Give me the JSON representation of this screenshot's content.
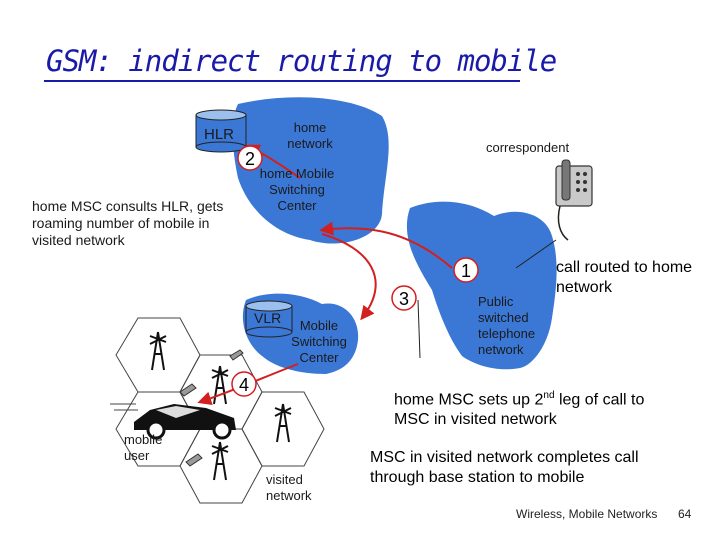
{
  "title": "GSM: indirect routing to mobile",
  "labels": {
    "hlr": "HLR",
    "home_network": "home network",
    "home_msc": "home Mobile Switching Center",
    "correspondent": "correspondent",
    "home_msc_consults": "home MSC consults HLR, gets roaming number of mobile in visited network",
    "vlr": "VLR",
    "visited_msc": "Mobile Switching Center",
    "pstn": "Public switched telephone network",
    "mobile_user": "mobile user",
    "visited_network": "visited network",
    "call_routed": "call routed to home network",
    "second_leg_a": "home MSC sets up 2",
    "second_leg_sup": "nd",
    "second_leg_b": " leg of call to MSC in visited network",
    "msc_completes": "MSC in visited network completes call through base station to mobile"
  },
  "steps": {
    "s1": "1",
    "s2": "2",
    "s3": "3",
    "s4": "4"
  },
  "footer": {
    "course": "Wireless, Mobile Networks",
    "page": "64"
  },
  "colors": {
    "network_cloud": "#3b78d6",
    "arrow": "#d21f1f",
    "title": "#1a1aa8"
  }
}
